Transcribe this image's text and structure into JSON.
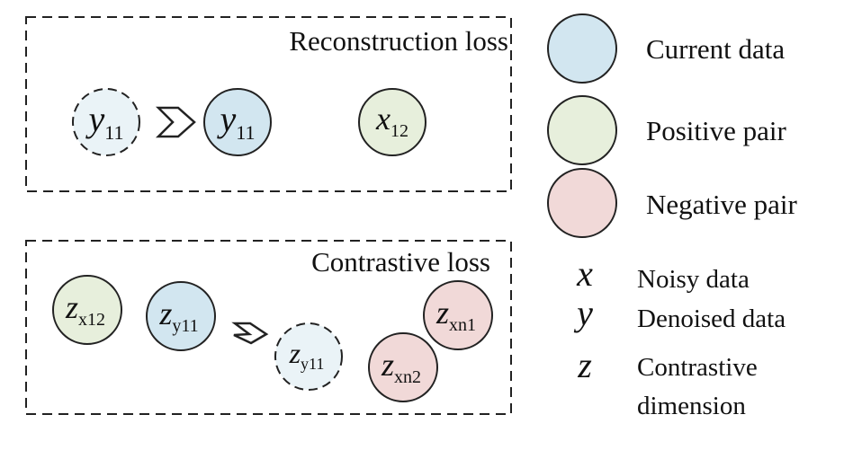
{
  "colors": {
    "current": "#d2e6f0",
    "positive": "#e7efdc",
    "negative": "#f1d9d8",
    "noisy_fill": "#eaf3f7",
    "stroke": "#222222"
  },
  "reconstruction": {
    "title": "Reconstruction loss",
    "noisy_node": {
      "var": "y",
      "sub": "11"
    },
    "current_node": {
      "var": "y",
      "sub": "11"
    },
    "positive_node": {
      "var": "x",
      "sub": "12"
    }
  },
  "contrastive": {
    "title": "Contrastive loss",
    "positive_node": {
      "var": "z",
      "sub": "x12"
    },
    "current_node": {
      "var": "z",
      "sub": "y11"
    },
    "noisy_node": {
      "var": "z",
      "sub": "y11"
    },
    "negative_node_1": {
      "var": "z",
      "sub": "xn1"
    },
    "negative_node_2": {
      "var": "z",
      "sub": "xn2"
    }
  },
  "legend": {
    "current": "Current data",
    "positive": "Positive pair",
    "negative": "Negative pair",
    "x_symbol": "x",
    "x_label": "Noisy data",
    "y_symbol": "y",
    "y_label": "Denoised data",
    "z_symbol": "z",
    "z_label_line1": "Contrastive",
    "z_label_line2": "dimension"
  }
}
